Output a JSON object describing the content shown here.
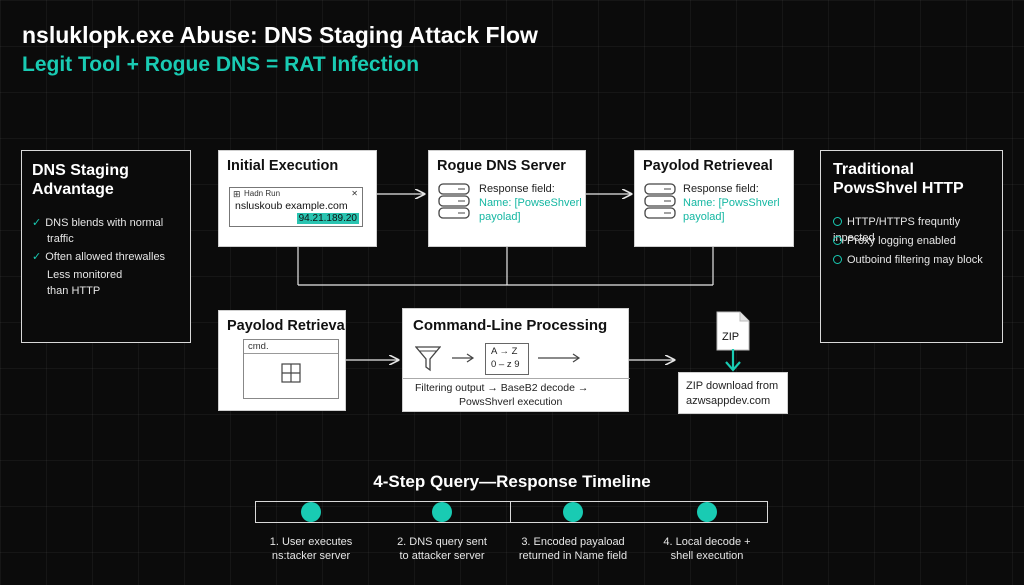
{
  "title": "nsluklopk.exe Abuse: DNS Staging Attack Flow",
  "subtitle": "Legit Tool + Rogue DNS = RAT Infection",
  "left_panel": {
    "title_line1": "DNS Staging",
    "title_line2": "Advantage",
    "items": [
      {
        "line1": "DNS blends with normal",
        "line2": "traffic"
      },
      {
        "line1": "Often allowed threwalles",
        "line2": ""
      },
      {
        "line1": "Less monitored",
        "line2": "than HTTP"
      }
    ]
  },
  "right_panel": {
    "title_line1": "Traditional",
    "title_line2": "PowsShvel HTTP",
    "items": [
      "HTTP/HTTPS frequntly inpected",
      "Proxy logging enabled",
      "Outboind filtering may block"
    ]
  },
  "initial_execution": {
    "title": "Initial Execution",
    "window_title": "Hadn Run",
    "close_glyph": "✕",
    "command": "nsluskoub example.com",
    "ip": "94.21.189.20"
  },
  "rogue_dns": {
    "title": "Rogue DNS Server",
    "line1": "Response field:",
    "line2": "Name: [PowseShverl",
    "line3": "payolad]"
  },
  "payload_retrieval": {
    "title": "Payolod Retrieveal",
    "line1": "Response field:",
    "line2": "Name: [PowsShverl",
    "line3": "payolad]"
  },
  "payload_retrieval_2": {
    "title": "Payolod Retrieva",
    "window_label": "cmd."
  },
  "command_processing": {
    "title": "Command-Line Processing",
    "decode_line1": "A → Z",
    "decode_line2": "0 – z 9",
    "caption_line1": "Filtering output → BaseB2 decode →",
    "caption_line2": "PowsShverl execution"
  },
  "zip_download": {
    "file_label": "ZIP",
    "line1": "ZIP download from",
    "line2": "azwsappdev.com"
  },
  "timeline": {
    "title": "4-Step Query—Response Timeline",
    "steps": [
      {
        "line1": "1. User executes",
        "line2": "ns:tacker server"
      },
      {
        "line1": "2. DNS query sent",
        "line2": "to attacker server"
      },
      {
        "line1": "3. Encoded payaload",
        "line2": "returned in Name field"
      },
      {
        "line1": "4. Local decode +",
        "line2": "shell execution"
      }
    ]
  },
  "colors": {
    "accent": "#19cbb3",
    "background": "#0b0b0b",
    "box": "#ffffff"
  }
}
